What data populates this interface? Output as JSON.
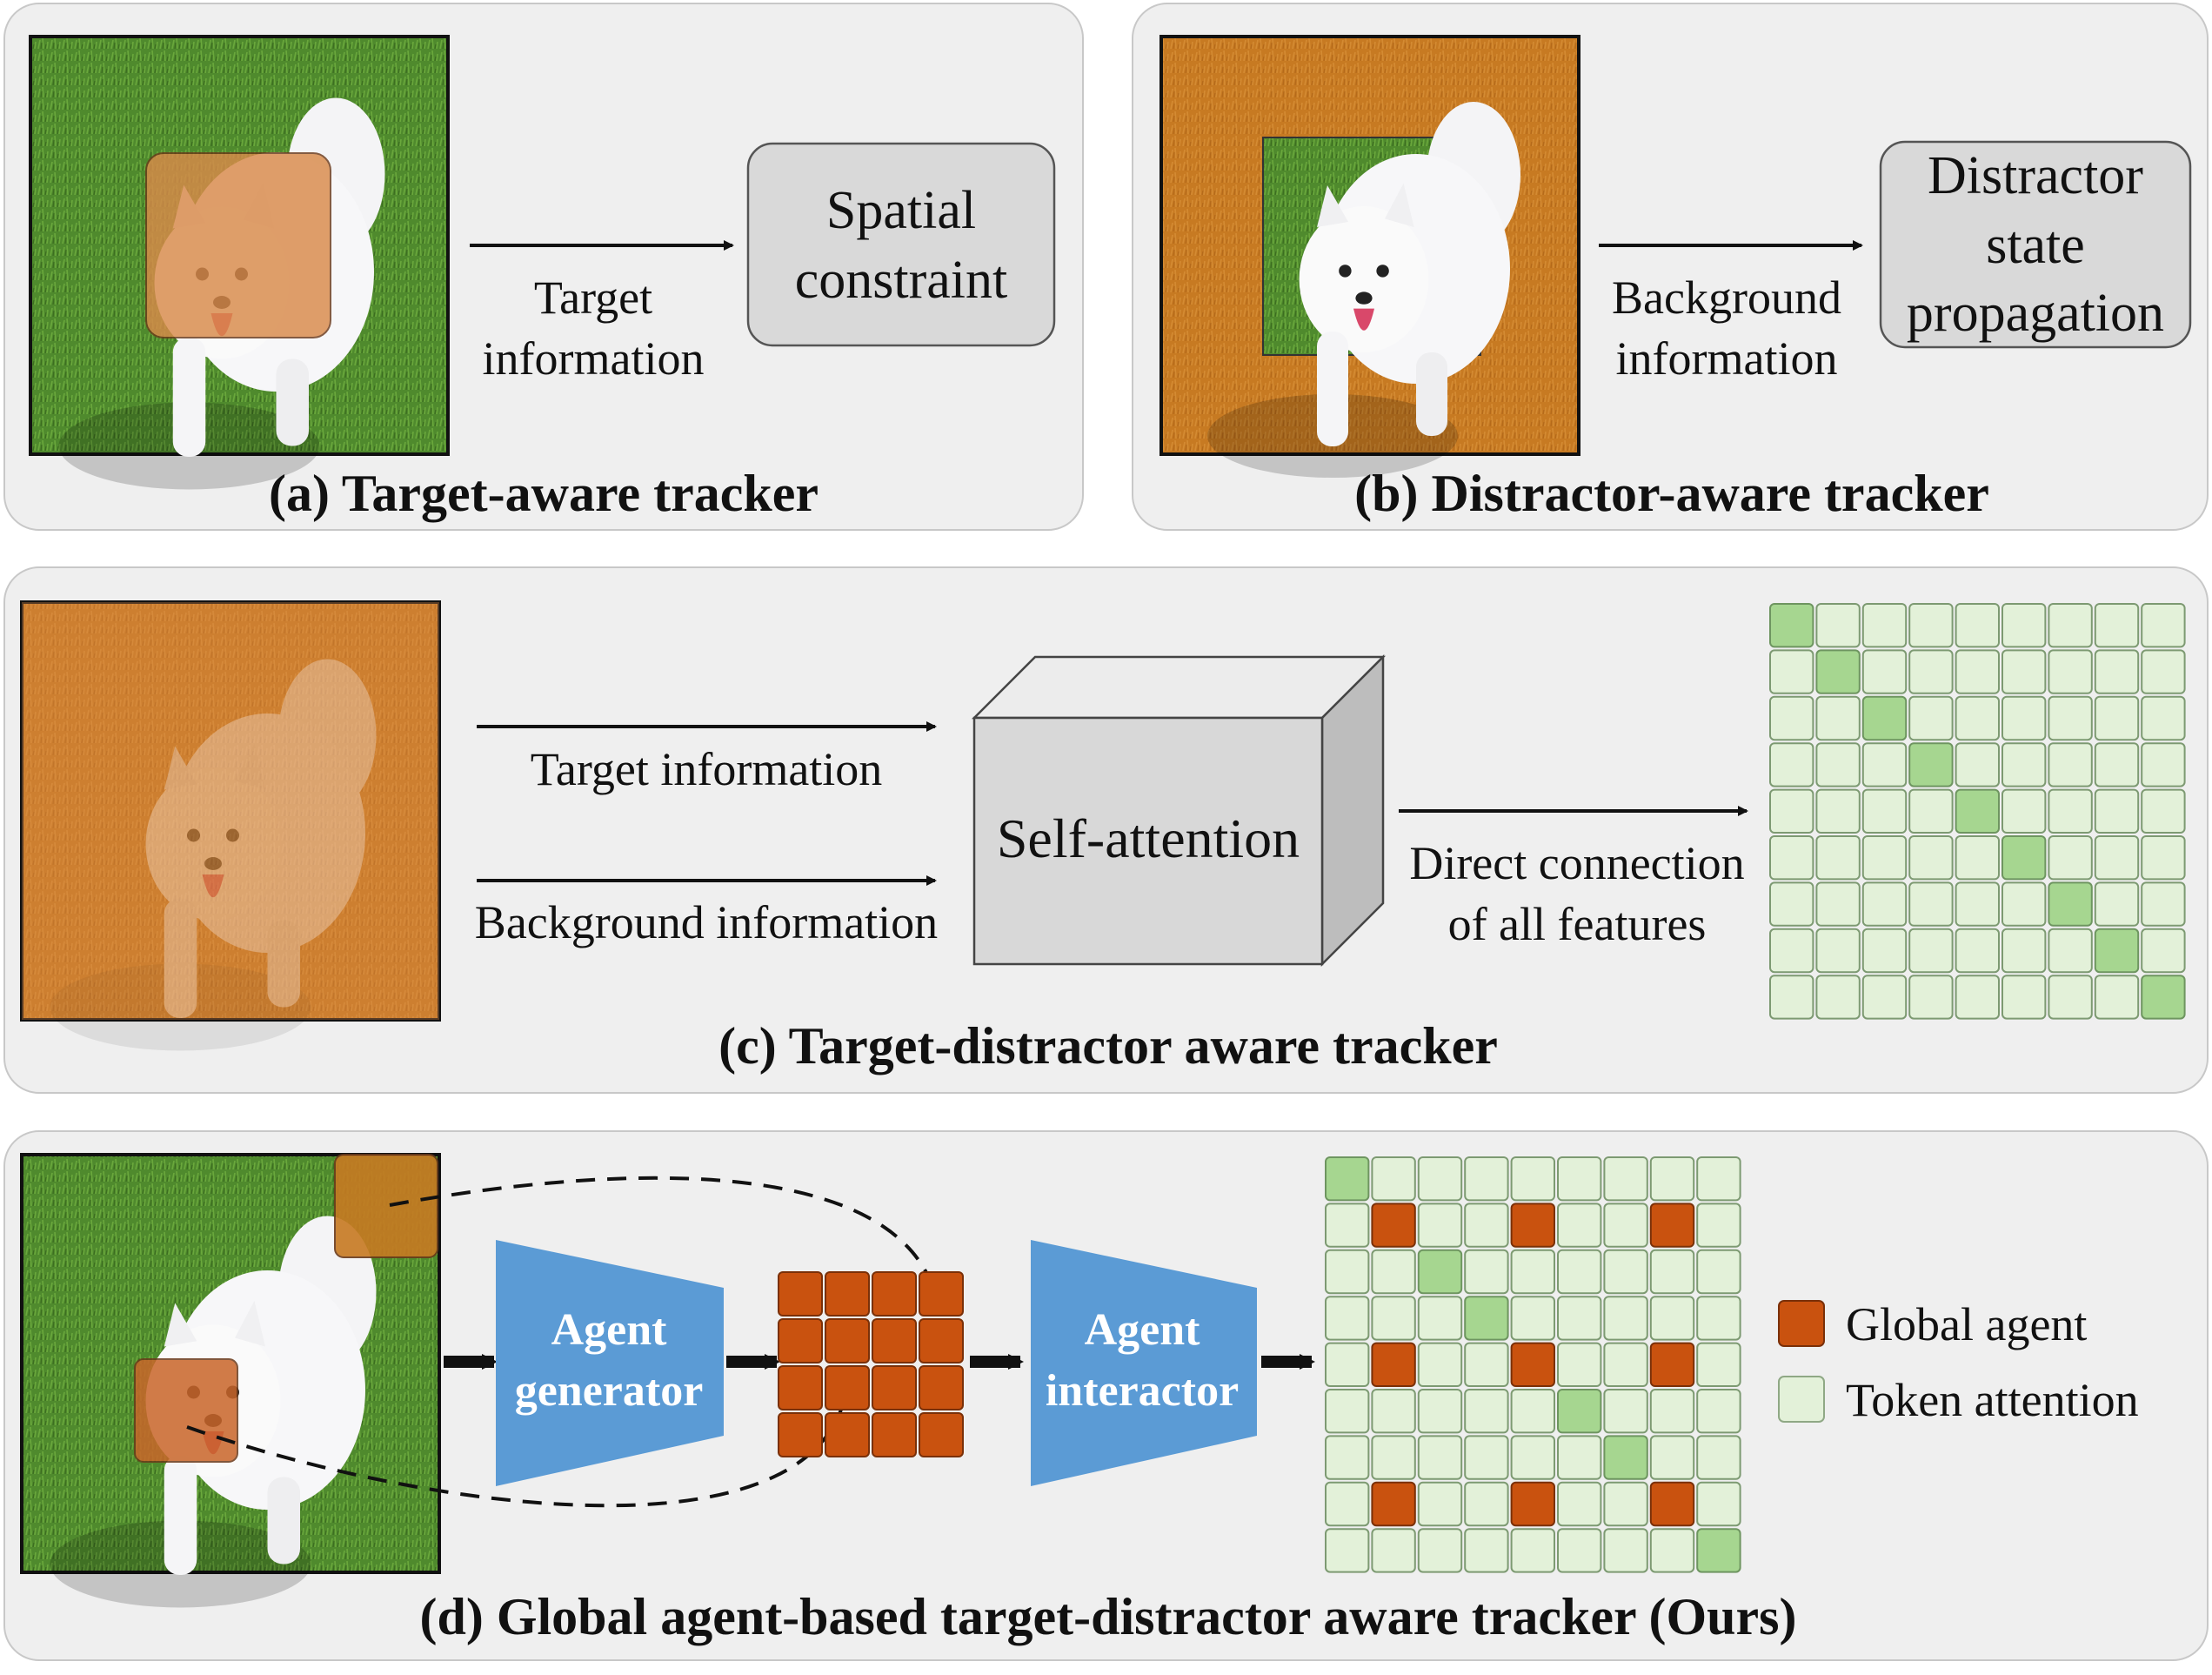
{
  "panel_a": {
    "title": "(a) Target-aware tracker",
    "arrow_label_line1": "Target",
    "arrow_label_line2": "information",
    "box_line1": "Spatial",
    "box_line2": "constraint"
  },
  "panel_b": {
    "title": "(b) Distractor-aware tracker",
    "arrow_label_line1": "Background",
    "arrow_label_line2": "information",
    "box_line1": "Distractor",
    "box_line2": "state",
    "box_line3": "propagation"
  },
  "panel_c": {
    "title": "(c) Target-distractor aware tracker",
    "input1": "Target information",
    "input2": "Background information",
    "block": "Self-attention",
    "output_line1": "Direct connection",
    "output_line2": "of all features"
  },
  "panel_d": {
    "title": "(d) Global agent-based target-distractor aware tracker (Ours)",
    "generator_line1": "Agent",
    "generator_line2": "generator",
    "interactor_line1": "Agent",
    "interactor_line2": "interactor",
    "legend_global": "Global agent",
    "legend_token": "Token attention"
  },
  "colors": {
    "panel_bg": "#efefef",
    "orange_mask": "#c77a22",
    "agent_orange": "#c9520f",
    "token_light": "#e3f1d9",
    "token_diag": "#a6d690",
    "agent_blue": "#5b9bd5",
    "grass": "#4f8a2d"
  },
  "icons": {
    "photo": "dog-photo",
    "arrow": "right-arrow-icon",
    "cube": "cube-icon"
  }
}
